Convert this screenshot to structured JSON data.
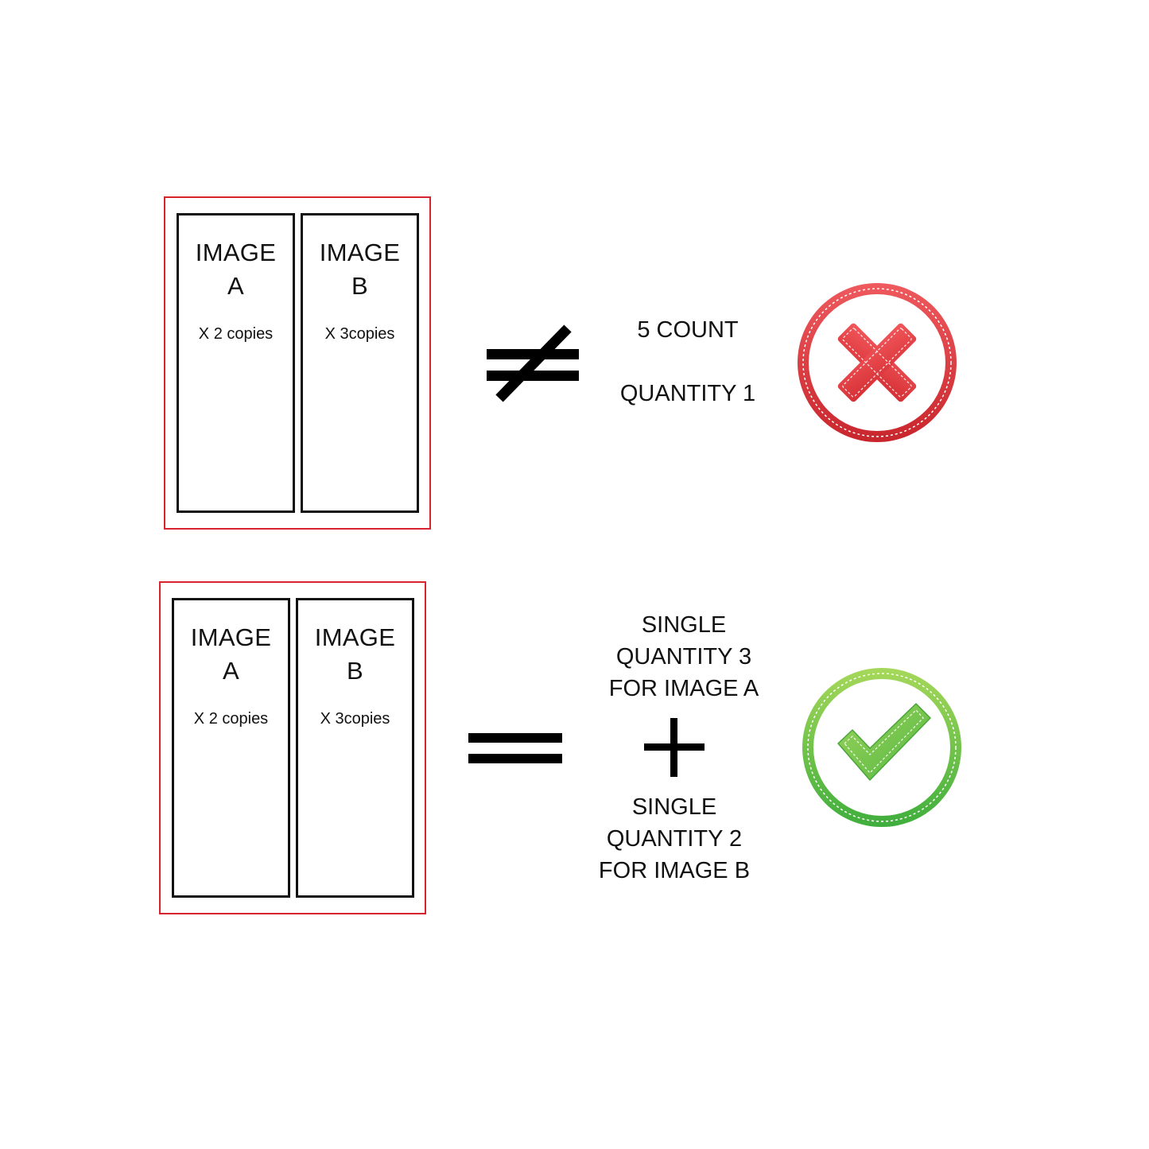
{
  "rows": [
    {
      "panels": [
        {
          "title_line1": "IMAGE",
          "title_line2": "A",
          "copies": "X 2  copies"
        },
        {
          "title_line1": "IMAGE",
          "title_line2": "B",
          "copies": "X 3copies"
        }
      ],
      "relation": "not-equal-icon",
      "caption": {
        "line1": "5 COUNT",
        "line2": "QUANTITY  1"
      },
      "verdict": "cross-icon",
      "verdict_color": "#e03b3f"
    },
    {
      "panels": [
        {
          "title_line1": "IMAGE",
          "title_line2": "A",
          "copies": "X 2  copies"
        },
        {
          "title_line1": "IMAGE",
          "title_line2": "B",
          "copies": "X 3copies"
        }
      ],
      "relation": "equals-icon",
      "caption_top": {
        "line1": "SINGLE",
        "line2": "QUANTITY  3",
        "line3": "FOR IMAGE A"
      },
      "plus": "plus-icon",
      "caption_bottom": {
        "line1": "SINGLE",
        "line2": "QUANTITY  2",
        "line3": "FOR IMAGE B"
      },
      "verdict": "check-icon",
      "verdict_color": "#6cc04a"
    }
  ],
  "colors": {
    "frame": "#d9232f",
    "panel_border": "#111111",
    "symbol": "#000000"
  }
}
